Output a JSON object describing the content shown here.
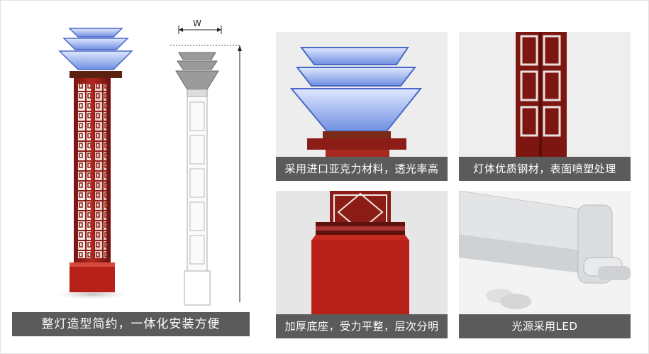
{
  "main": {
    "caption": "整灯造型简约，一体化安装方便",
    "dimension_label": "W"
  },
  "panels": [
    {
      "caption": "采用进口亚克力材料，透光率高"
    },
    {
      "caption": "灯体优质钢材，表面喷塑处理"
    },
    {
      "caption": "加厚底座，受力平整，层次分明"
    },
    {
      "caption": "光源采用LED"
    }
  ]
}
